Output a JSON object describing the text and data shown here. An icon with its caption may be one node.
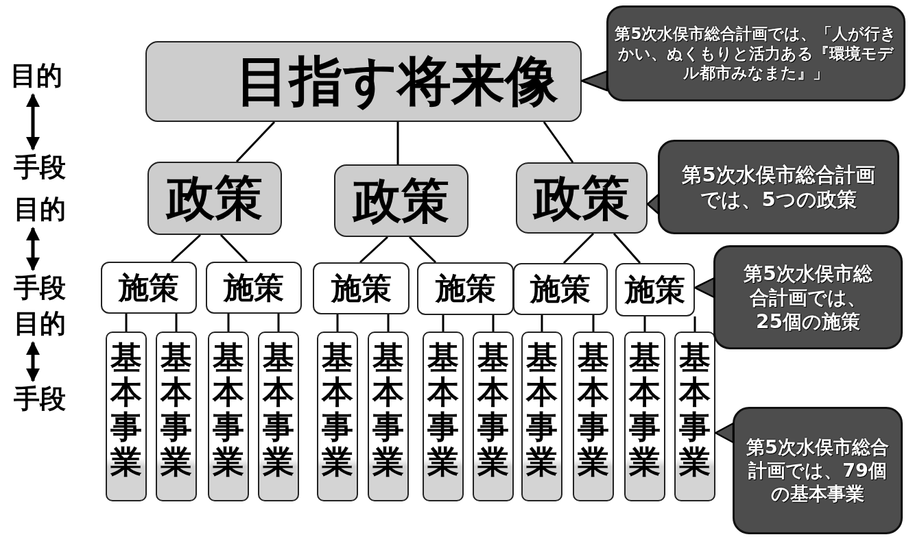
{
  "diagram": {
    "nodes": [
      {
        "text": [
          "目指す将来像"
        ]
      },
      {
        "text": [
          "政策"
        ]
      },
      {
        "text": [
          "政策"
        ]
      },
      {
        "text": [
          "政策"
        ]
      },
      {
        "text": [
          "施策"
        ]
      },
      {
        "text": [
          "施策"
        ]
      },
      {
        "text": [
          "施策"
        ]
      },
      {
        "text": [
          "施策"
        ]
      },
      {
        "text": [
          "施策"
        ]
      },
      {
        "text": [
          "施策"
        ]
      },
      {
        "text": [
          "基本事業"
        ]
      },
      {
        "text": [
          "基本事業"
        ]
      },
      {
        "text": [
          "基本事業"
        ]
      },
      {
        "text": [
          "基本事業"
        ]
      },
      {
        "text": [
          "基本事業"
        ]
      },
      {
        "text": [
          "基本事業"
        ]
      },
      {
        "text": [
          "基本事業"
        ]
      },
      {
        "text": [
          "基本事業"
        ]
      },
      {
        "text": [
          "基本事業"
        ]
      },
      {
        "text": [
          "基本事業"
        ]
      },
      {
        "text": [
          "基本事業"
        ]
      },
      {
        "text": [
          "基本事業"
        ]
      },
      {
        "text": [
          "第5次水俣市総合計画では、「人が行きかい、ぬくもりと活力ある『環境モデル都市みなまた』」"
        ]
      },
      {
        "text": [
          "第5次水俣市総合計画では、5つの政策"
        ]
      },
      {
        "text": [
          "第5次水俣市総合計画では、25個の施策"
        ]
      },
      {
        "text": [
          "第5次水俣市総合計画では、79個の基本事業"
        ]
      },
      {
        "text": [
          "目的"
        ]
      },
      {
        "text": [
          "手段"
        ]
      },
      {
        "text": [
          "目的"
        ]
      },
      {
        "text": [
          "手段"
        ]
      },
      {
        "text": [
          "目的"
        ]
      },
      {
        "text": [
          "手段"
        ]
      }
    ],
    "edges": [
      {
        "from": 0,
        "to": 1,
        "arrow": "none"
      },
      {
        "from": 0,
        "to": 2,
        "arrow": "none"
      },
      {
        "from": 0,
        "to": 3,
        "arrow": "none"
      },
      {
        "from": 1,
        "to": 4,
        "arrow": "none"
      },
      {
        "from": 1,
        "to": 5,
        "arrow": "none"
      },
      {
        "from": 2,
        "to": 6,
        "arrow": "none"
      },
      {
        "from": 2,
        "to": 7,
        "arrow": "none"
      },
      {
        "from": 3,
        "to": 8,
        "arrow": "none"
      },
      {
        "from": 3,
        "to": 9,
        "arrow": "none"
      },
      {
        "from": 4,
        "to": 10,
        "arrow": "none"
      },
      {
        "from": 4,
        "to": 11,
        "arrow": "none"
      },
      {
        "from": 5,
        "to": 12,
        "arrow": "none"
      },
      {
        "from": 5,
        "to": 13,
        "arrow": "none"
      },
      {
        "from": 6,
        "to": 14,
        "arrow": "none"
      },
      {
        "from": 6,
        "to": 15,
        "arrow": "none"
      },
      {
        "from": 7,
        "to": 16,
        "arrow": "none"
      },
      {
        "from": 7,
        "to": 17,
        "arrow": "none"
      },
      {
        "from": 8,
        "to": 18,
        "arrow": "none"
      },
      {
        "from": 8,
        "to": 19,
        "arrow": "none"
      },
      {
        "from": 9,
        "to": 20,
        "arrow": "none"
      },
      {
        "from": 9,
        "to": 21,
        "arrow": "none"
      },
      {
        "from": 22,
        "to": 0,
        "arrow": "to"
      },
      {
        "from": 23,
        "to": 3,
        "arrow": "to"
      },
      {
        "from": 24,
        "to": 9,
        "arrow": "to"
      },
      {
        "from": 25,
        "to": 21,
        "arrow": "to"
      },
      {
        "from": 26,
        "to": 27,
        "arrow": "both"
      },
      {
        "from": 28,
        "to": 29,
        "arrow": "both"
      },
      {
        "from": 30,
        "to": 31,
        "arrow": "both"
      }
    ]
  }
}
